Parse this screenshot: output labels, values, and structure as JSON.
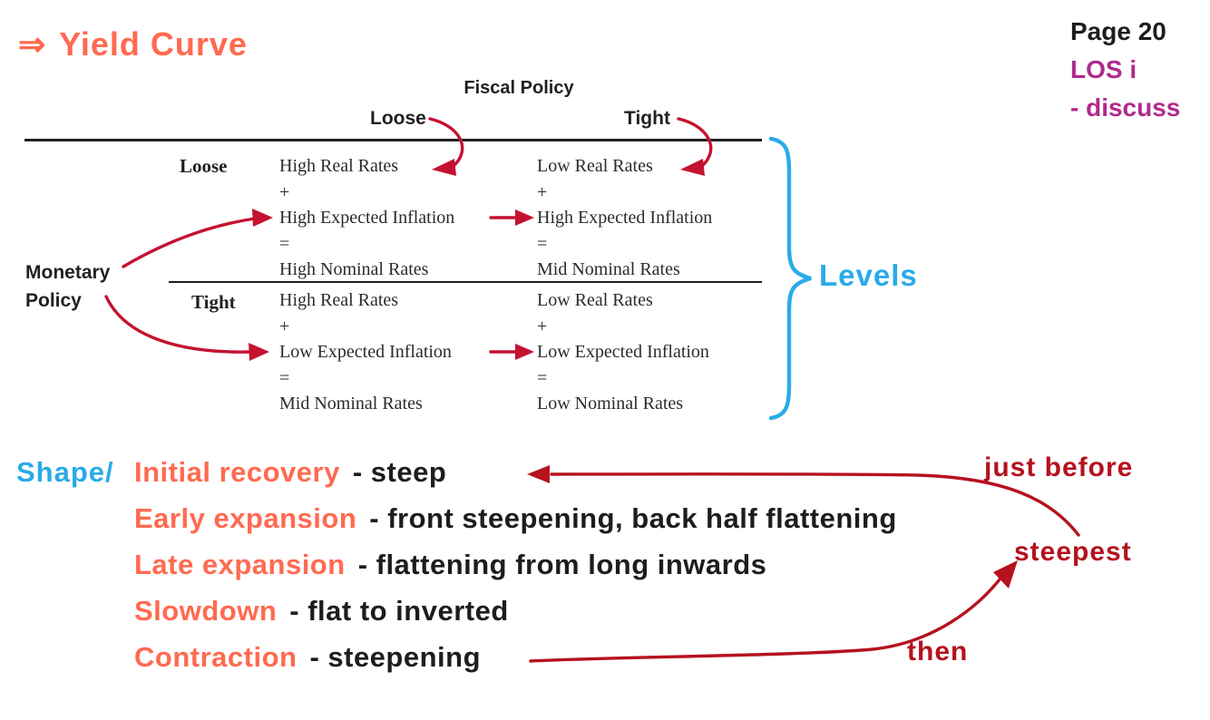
{
  "page": {
    "title_arrow": "⇒",
    "title": "Yield Curve",
    "page_number": "Page 20",
    "los": "LOS i",
    "los_note": "- discuss"
  },
  "table": {
    "title": "Fiscal Policy",
    "row_axis_label": [
      "Monetary",
      "Policy"
    ],
    "col_headers": [
      "Loose",
      "Tight"
    ],
    "row_headers": [
      "Loose",
      "Tight"
    ],
    "cells": [
      {
        "monetary": "Loose",
        "fiscal": "Loose",
        "lines": [
          "High Real Rates",
          "+",
          "High Expected Inflation",
          "=",
          "High Nominal Rates"
        ]
      },
      {
        "monetary": "Loose",
        "fiscal": "Tight",
        "lines": [
          "Low Real Rates",
          "+",
          "High Expected Inflation",
          "=",
          "Mid Nominal Rates"
        ]
      },
      {
        "monetary": "Tight",
        "fiscal": "Loose",
        "lines": [
          "High Real Rates",
          "+",
          "Low Expected Inflation",
          "=",
          "Mid Nominal Rates"
        ]
      },
      {
        "monetary": "Tight",
        "fiscal": "Tight",
        "lines": [
          "Low Real Rates",
          "+",
          "Low Expected Inflation",
          "=",
          "Low Nominal Rates"
        ]
      }
    ]
  },
  "levels_label": "Levels",
  "shape": {
    "label": "Shape/",
    "items": [
      {
        "phase": "Initial recovery",
        "desc": "- steep"
      },
      {
        "phase": "Early expansion",
        "desc": "- front steepening, back half flattening"
      },
      {
        "phase": "Late expansion",
        "desc": "- flattening from long inwards"
      },
      {
        "phase": "Slowdown",
        "desc": "- flat to inverted"
      },
      {
        "phase": "Contraction",
        "desc": "- steepening"
      }
    ]
  },
  "annotations": {
    "just_before": "just before",
    "steepest": "steepest",
    "then": "then"
  },
  "colors": {
    "coral": "#FF6A50",
    "sky_blue": "#29ABE8",
    "magenta": "#B02A8C",
    "hand_red": "#B5121E",
    "table_red": "#C41230",
    "ink": "#1D1D1F"
  }
}
